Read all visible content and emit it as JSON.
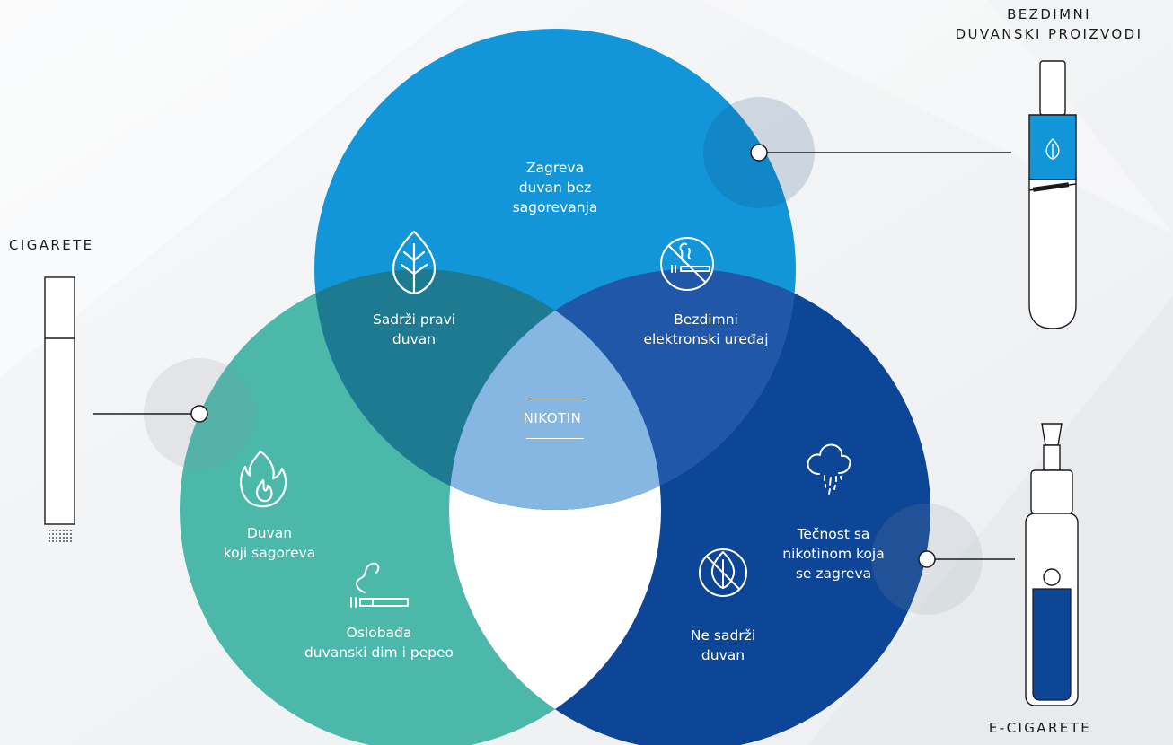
{
  "categories": {
    "cigarettes": "CIGARETE",
    "heated": "BEZDIMNI\nDUVANSKI PROIZVODI",
    "ecig": "E-CIGARETE"
  },
  "circles": {
    "cigarettes": {
      "color": "#4bb8aa"
    },
    "heated": {
      "color": "#1296d9"
    },
    "ecig": {
      "color": "#0e4697"
    }
  },
  "labels": {
    "heats_without_burning": "Zagreva\nduvan bez\nsagorevanja",
    "contains_real_tobacco": "Sadrži pravi\nduvan",
    "smokeless_electronic": "Bezdimni\nelektronski uređaj",
    "nicotine": "NIKOTIN",
    "burning_tobacco": "Duvan\nkoji sagoreva",
    "releases_smoke_ash": "Oslobađa\nduvanski dim i pepeo",
    "heated_liquid": "Tečnost sa\nnikotinom koja\nse zagreva",
    "no_tobacco": "Ne sadrži\nduvan"
  },
  "icons": [
    "leaf-icon",
    "no-smoking-icon",
    "flame-icon",
    "cigarette-smoke-icon",
    "vapor-cloud-icon",
    "no-leaf-icon"
  ]
}
